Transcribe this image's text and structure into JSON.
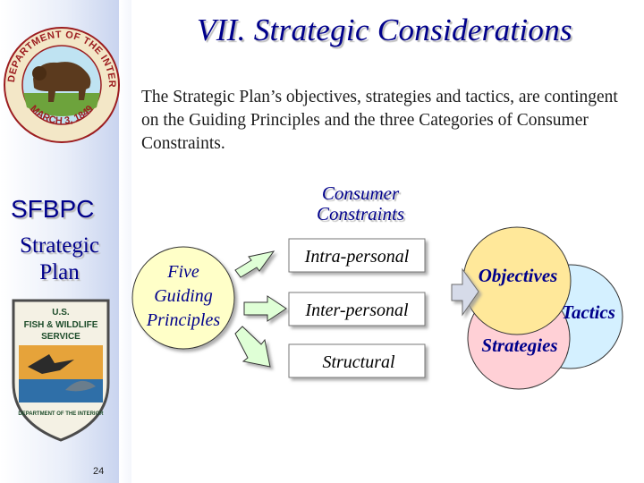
{
  "slide": {
    "title": "VII.  Strategic Considerations",
    "intro": "The Strategic Plan’s objectives, strategies and tactics, are contingent on the Guiding Principles and the three Categories of Consumer Constraints.",
    "page_number": "24"
  },
  "sidebar": {
    "heading": "SFBPC",
    "subheading_line1": "Strategic",
    "subheading_line2": "Plan",
    "seal_top": {
      "ring_text": "U.S. DEPARTMENT OF THE INTERIOR",
      "date_text": "MARCH 3, 1849",
      "icon": "bison-seal-icon"
    },
    "seal_bottom": {
      "line1": "U.S.",
      "line2": "FISH & WILDLIFE",
      "line3": "SERVICE",
      "bottom_text": "DEPARTMENT OF THE INTERIOR",
      "icon": "fish-wildlife-shield-icon"
    }
  },
  "diagram": {
    "principles": {
      "line1": "Five",
      "line2": "Guiding",
      "line3": "Principles"
    },
    "constraints_title_line1": "Consumer",
    "constraints_title_line2": "Constraints",
    "constraints": [
      "Intra-personal",
      "Inter-personal",
      "Structural"
    ],
    "outcomes": {
      "objectives": "Objectives",
      "tactics": "Tactics",
      "strategies": "Strategies"
    },
    "colors": {
      "title": "#00008b",
      "principles_fill": "#ffffc8",
      "objectives_fill": "#ffe89a",
      "tactics_fill": "#d4f0ff",
      "strategies_fill": "#ffd0d6",
      "arrow_fill": "#dfffd6",
      "box_fill": "#ffffff"
    }
  }
}
